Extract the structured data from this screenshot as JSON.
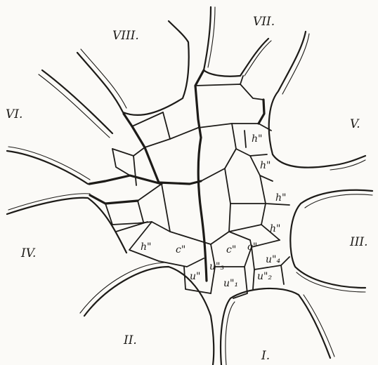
{
  "figure": {
    "ray_labels": [
      {
        "id": "I",
        "text": "I."
      },
      {
        "id": "II",
        "text": "II."
      },
      {
        "id": "III",
        "text": "III."
      },
      {
        "id": "IV",
        "text": "IV."
      },
      {
        "id": "V",
        "text": "V."
      },
      {
        "id": "VI",
        "text": "VI."
      },
      {
        "id": "VII",
        "text": "VII."
      },
      {
        "id": "VIII",
        "text": "VIII."
      }
    ],
    "cell_labels": {
      "h1": "h\"",
      "h2": "h\"",
      "h3": "h\"",
      "h4": "h\"",
      "h5": "h\"",
      "c1": "c\"",
      "c2": "c\"",
      "c3": "c\"",
      "u1": "u\"",
      "u2": "u\"₃",
      "u3": "u\"₁",
      "u4": "u\"₂",
      "u5": "u\"₄"
    }
  }
}
